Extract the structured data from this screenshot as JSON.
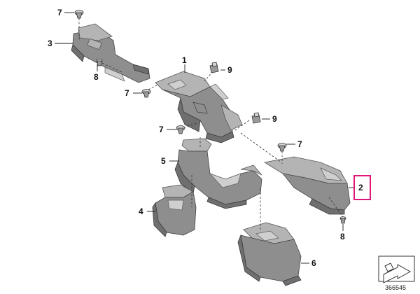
{
  "diagram": {
    "image_reference": "366545",
    "callouts": [
      {
        "id": "c1",
        "label": "1"
      },
      {
        "id": "c2",
        "label": "2",
        "highlight": true
      },
      {
        "id": "c3",
        "label": "3"
      },
      {
        "id": "c4",
        "label": "4"
      },
      {
        "id": "c5",
        "label": "5"
      },
      {
        "id": "c6",
        "label": "6"
      },
      {
        "id": "c7a",
        "label": "7"
      },
      {
        "id": "c7b",
        "label": "7"
      },
      {
        "id": "c7c",
        "label": "7"
      },
      {
        "id": "c7d",
        "label": "7"
      },
      {
        "id": "c8a",
        "label": "8"
      },
      {
        "id": "c8b",
        "label": "8"
      },
      {
        "id": "c9a",
        "label": "9"
      },
      {
        "id": "c9b",
        "label": "9"
      }
    ],
    "highlight_color": "#e0177a",
    "part_color": "#8e8e8e",
    "line_color": "#1a1a1a",
    "corner_icon": "exploded-view-arrow-icon"
  }
}
